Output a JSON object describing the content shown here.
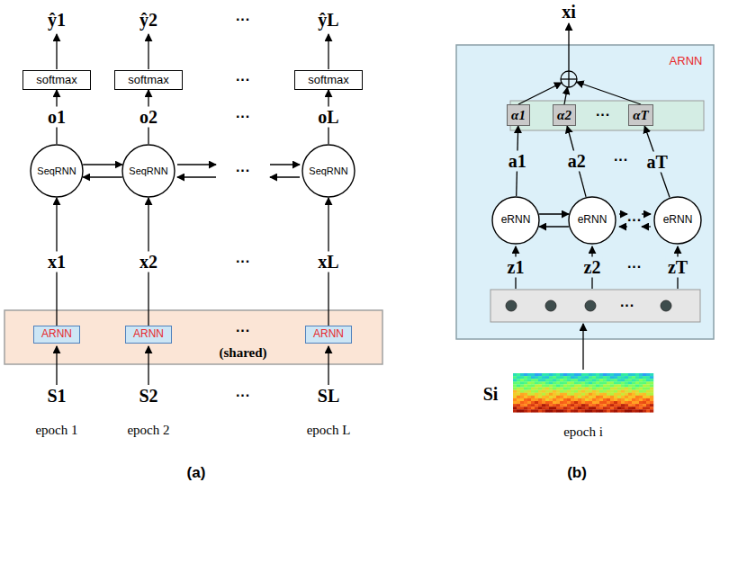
{
  "diagram": {
    "nodes": [
      {
        "text": [
          "softmax"
        ]
      },
      {
        "text": [
          "softmax"
        ]
      },
      {
        "text": [
          "softmax"
        ]
      },
      {
        "text": [
          "SeqRNN"
        ]
      },
      {
        "text": [
          "SeqRNN"
        ]
      },
      {
        "text": [
          "SeqRNN"
        ]
      },
      {
        "text": [
          "(shared)"
        ]
      },
      {
        "text": [
          "ARNN"
        ],
        "in": 6
      },
      {
        "text": [
          "ARNN"
        ],
        "in": 6
      },
      {
        "text": [
          "ARNN"
        ],
        "in": 6
      },
      {
        "text": [
          "ARNN"
        ]
      },
      {
        "text": [
          "α1"
        ],
        "in": 10
      },
      {
        "text": [
          "α2"
        ],
        "in": 10
      },
      {
        "text": [
          "αT"
        ],
        "in": 10
      },
      {
        "text": [
          "eRNN"
        ],
        "in": 10
      },
      {
        "text": [
          "eRNN"
        ],
        "in": 10
      },
      {
        "text": [
          "eRNN"
        ],
        "in": 10
      }
    ],
    "edges": [
      {
        "from": 3,
        "to": 0,
        "label": "o1",
        "arrow": "to"
      },
      {
        "from": 4,
        "to": 1,
        "label": "o2",
        "arrow": "to"
      },
      {
        "from": 5,
        "to": 2,
        "label": "oL",
        "arrow": "to"
      },
      {
        "from": 7,
        "to": 3,
        "label": "x1",
        "arrow": "to"
      },
      {
        "from": 8,
        "to": 4,
        "label": "x2",
        "arrow": "to"
      },
      {
        "from": 9,
        "to": 5,
        "label": "xL",
        "arrow": "to"
      },
      {
        "from": 3,
        "to": 4,
        "arrow": "to"
      },
      {
        "from": 4,
        "to": 3,
        "arrow": "to"
      },
      {
        "from": 14,
        "to": 11,
        "label": "a1",
        "arrow": "to"
      },
      {
        "from": 15,
        "to": 12,
        "label": "a2",
        "arrow": "to"
      },
      {
        "from": 16,
        "to": 13,
        "label": "aT",
        "arrow": "to"
      },
      {
        "from": 14,
        "to": 15,
        "arrow": "to"
      },
      {
        "from": 15,
        "to": 14,
        "arrow": "to"
      }
    ],
    "labels": [
      "ŷ1",
      "ŷ2",
      "···",
      "ŷL",
      "···",
      "···",
      "···",
      "···",
      "···",
      "S1",
      "S2",
      "···",
      "SL",
      "epoch 1",
      "epoch 2",
      "epoch L",
      "(a)",
      "xi",
      "···",
      "···",
      "···",
      "z1",
      "z2",
      "···",
      "zT",
      "···",
      "Si",
      "epoch i",
      "(b)"
    ]
  }
}
